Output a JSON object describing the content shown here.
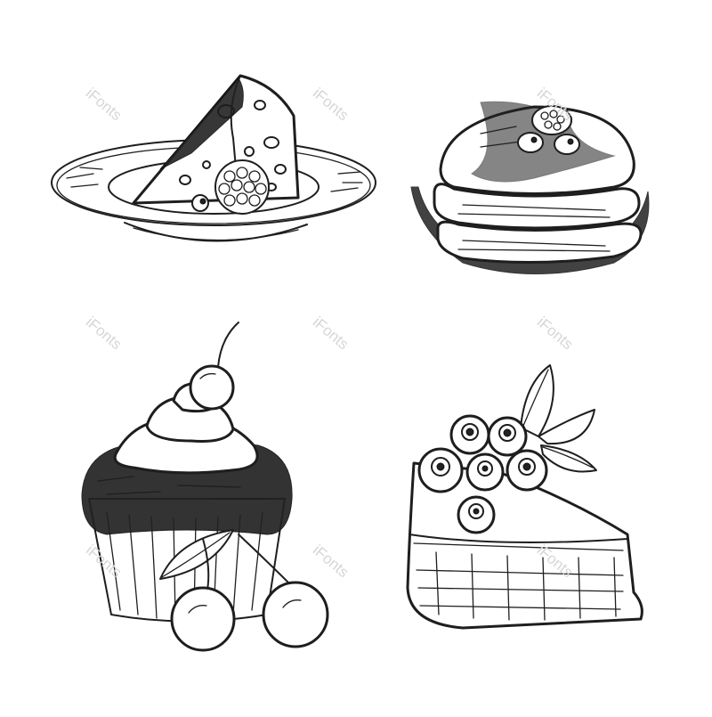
{
  "watermark": {
    "text": "iFonts",
    "color": "#d6d6d6"
  },
  "illustrations": [
    {
      "id": "cheesecake-slice-on-plate"
    },
    {
      "id": "pancake-stack-with-berries"
    },
    {
      "id": "cherry-cupcake"
    },
    {
      "id": "berry-cake-slice"
    }
  ],
  "ink_color": "#1e1e1e"
}
